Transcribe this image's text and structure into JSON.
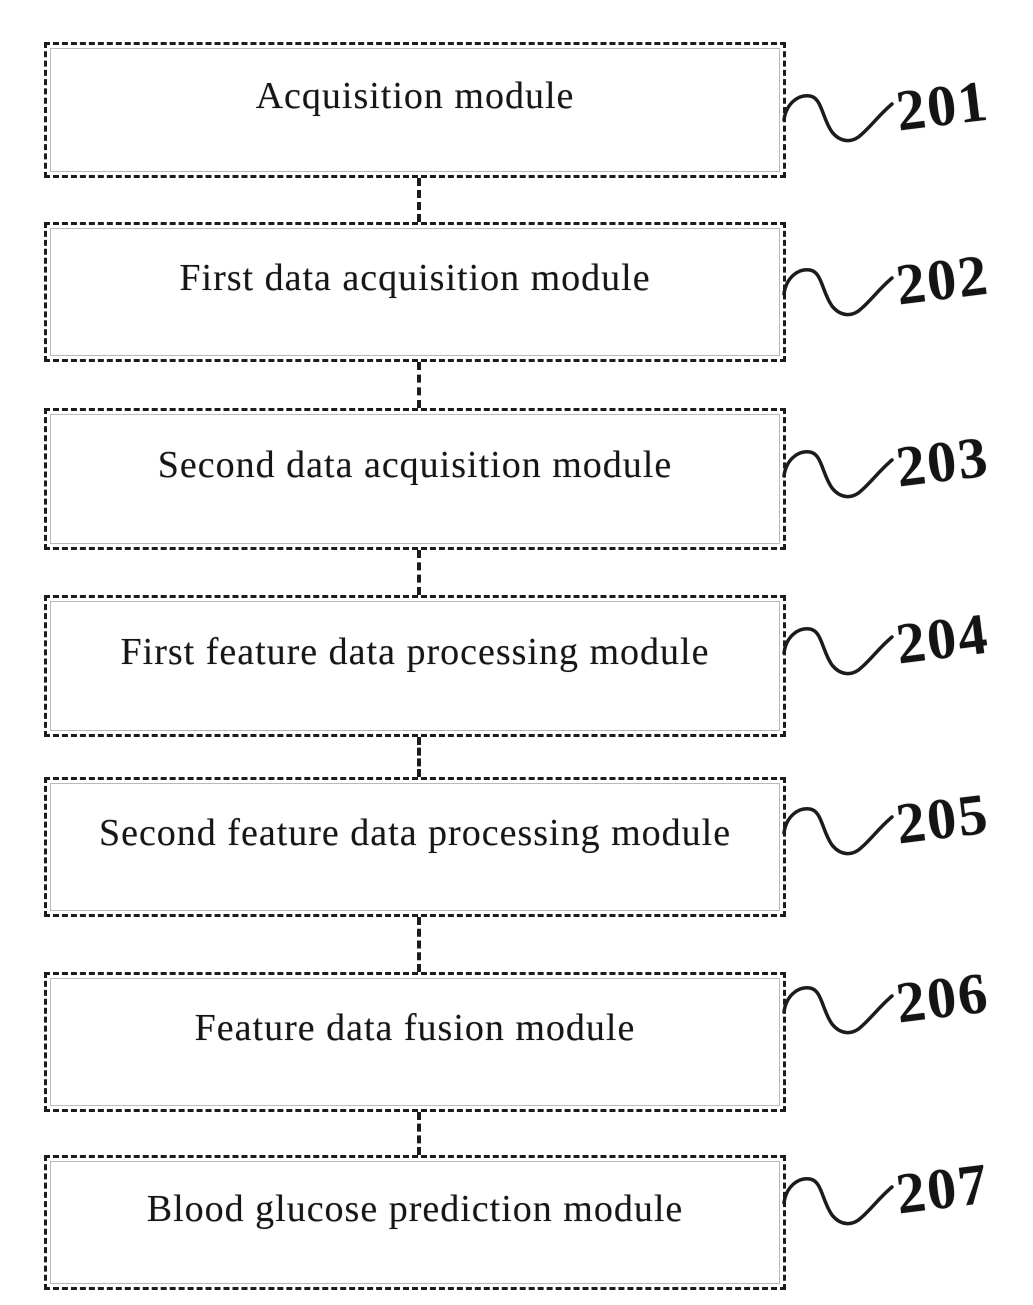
{
  "figure": {
    "modules": [
      {
        "label": "Acquisition module",
        "ref": "201"
      },
      {
        "label": "First data acquisition module",
        "ref": "202"
      },
      {
        "label": "Second data acquisition module",
        "ref": "203"
      },
      {
        "label": "First feature data processing module",
        "ref": "204"
      },
      {
        "label": "Second feature data processing module",
        "ref": "205"
      },
      {
        "label": "Feature data fusion module",
        "ref": "206"
      },
      {
        "label": "Blood glucose prediction module",
        "ref": "207"
      }
    ]
  },
  "colors": {
    "ink": "#1c1c1c",
    "background": "#ffffff"
  }
}
